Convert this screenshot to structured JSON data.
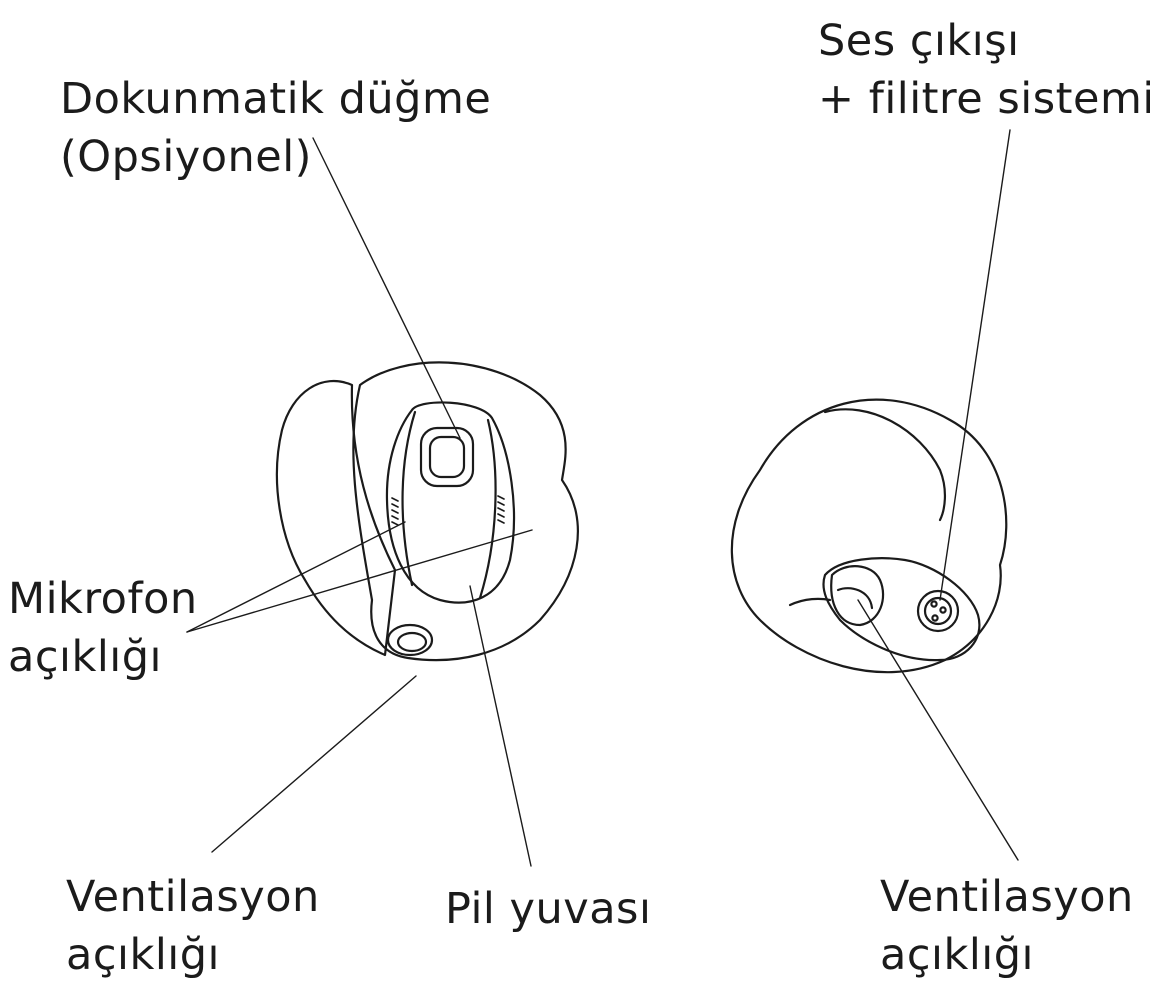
{
  "labels": {
    "touch_button": {
      "line1": "Dokunmatik düğme",
      "line2": "(Opsiyonel)"
    },
    "sound_outlet": {
      "line1": "Ses çıkışı",
      "line2": "+ filitre sistemi"
    },
    "microphone": {
      "line1": "Mikrofon",
      "line2": "açıklığı"
    },
    "vent_left": {
      "line1": "Ventilasyon",
      "line2": "açıklığı"
    },
    "battery": {
      "line1": "Pil yuvası"
    },
    "vent_right": {
      "line1": "Ventilasyon",
      "line2": "açıklığı"
    }
  },
  "colors": {
    "ink": "#1b1b1b",
    "background": "#ffffff"
  },
  "illustrations": [
    "hearing-aid-faceplate-view",
    "hearing-aid-canal-view"
  ]
}
